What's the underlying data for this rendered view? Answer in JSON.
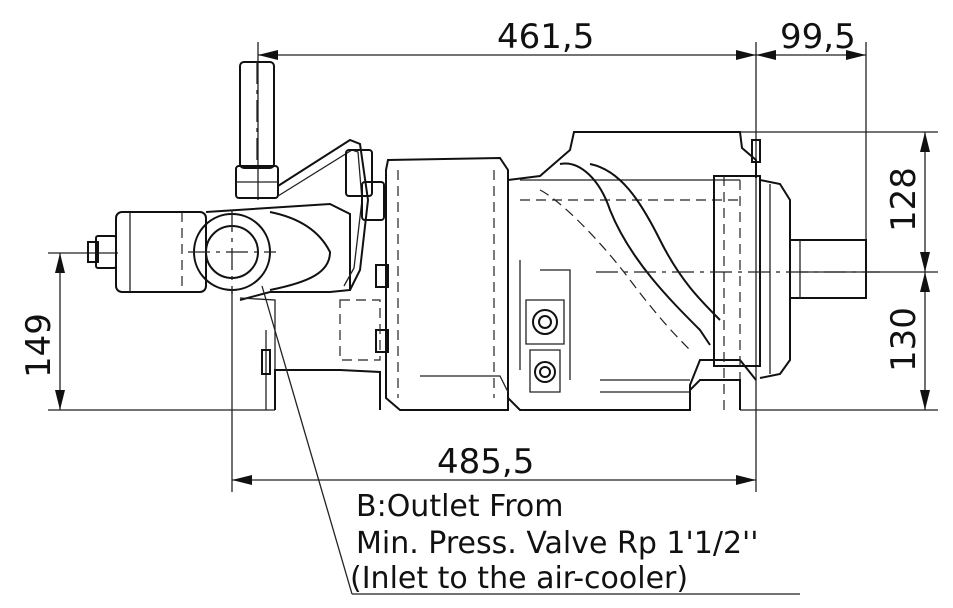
{
  "dimensions": {
    "top_length": "461,5",
    "shaft_extension": "99,5",
    "upper_height": "128",
    "lower_height": "130",
    "left_height": "149",
    "bottom_length": "485,5"
  },
  "note": {
    "line1": "B:Outlet From",
    "line2": "Min. Press. Valve Rp 1'1/2''",
    "line3": "(Inlet to the air-cooler)"
  }
}
